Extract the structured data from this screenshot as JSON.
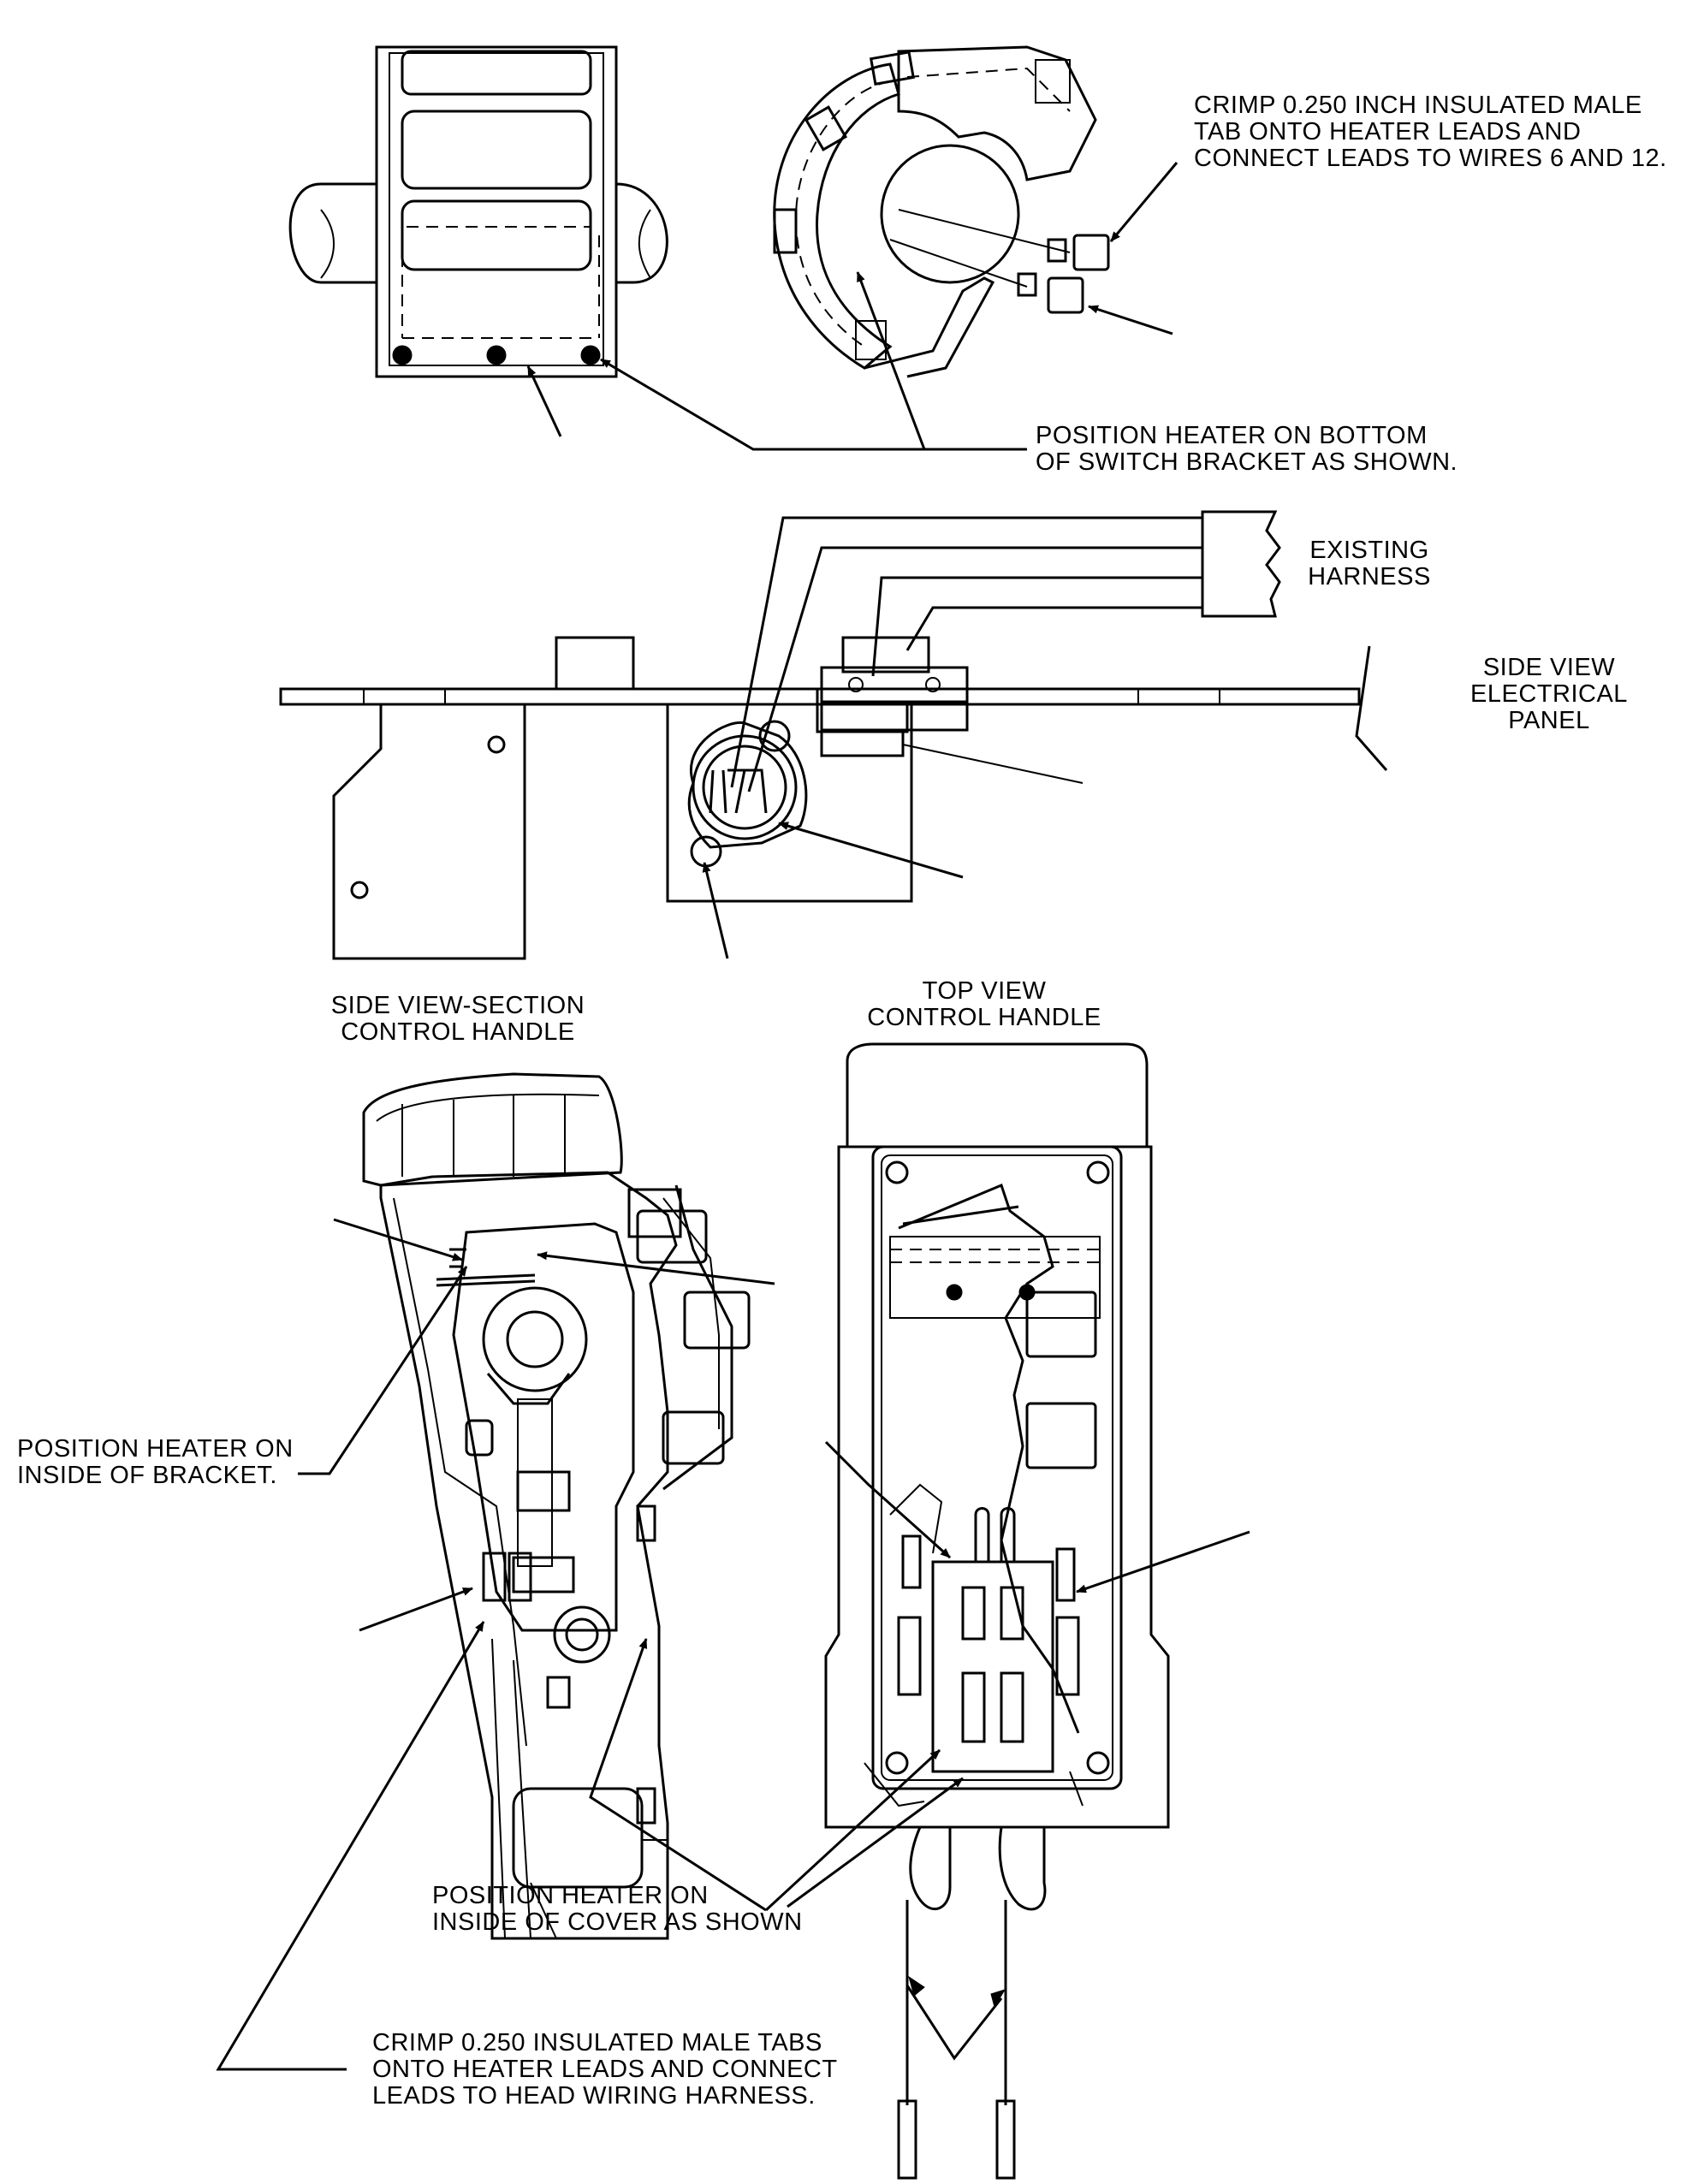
{
  "labels": {
    "crimp_heater_leads": "CRIMP 0.250 INCH INSULATED MALE\nTAB ONTO HEATER LEADS AND\nCONNECT LEADS TO WIRES 6 AND 12.",
    "position_bottom_bracket": "POSITION HEATER ON BOTTOM\nOF SWITCH BRACKET AS SHOWN.",
    "existing_harness": "EXISTING\nHARNESS",
    "side_view_panel": "SIDE VIEW\nELECTRICAL\nPANEL",
    "side_view_section": "SIDE VIEW-SECTION\nCONTROL HANDLE",
    "top_view_handle": "TOP VIEW\nCONTROL HANDLE",
    "position_inside_bracket": "POSITION HEATER ON\nINSIDE OF BRACKET.",
    "position_inside_cover": "POSITION HEATER ON\nINSIDE OF COVER AS SHOWN",
    "crimp_head_harness": "CRIMP 0.250 INSULATED MALE TABS\nONTO HEATER LEADS AND CONNECT\nLEADS TO HEAD WIRING HARNESS."
  },
  "colors": {
    "ink": "#000000",
    "paper": "#ffffff"
  }
}
